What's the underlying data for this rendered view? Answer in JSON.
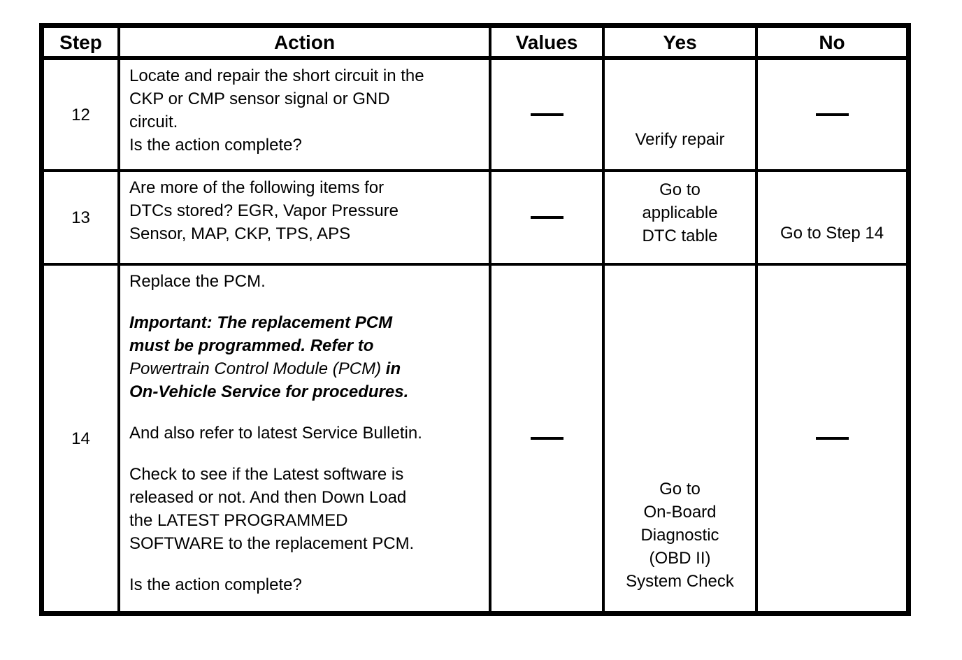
{
  "table": {
    "headers": {
      "step": "Step",
      "action": "Action",
      "values": "Values",
      "yes": "Yes",
      "no": "No"
    },
    "dash": "—",
    "rows": [
      {
        "step": "12",
        "action_paragraphs": {
          "p1": "Locate and repair the short circuit in the\nCKP or CMP sensor signal or GND\ncircuit.",
          "p2": "Is the action complete?"
        },
        "values": "—",
        "yes_bottom": "Verify repair",
        "no_center": "—"
      },
      {
        "step": "13",
        "action_paragraphs": {
          "p1": "Are more of the following items for\nDTCs stored? EGR, Vapor Pressure\nSensor, MAP, CKP, TPS, APS"
        },
        "values": "—",
        "yes_center": "Go to\napplicable\nDTC table",
        "no_bottom": "Go to Step 14"
      },
      {
        "step": "14",
        "action_paragraphs": {
          "p1": "Replace the PCM.",
          "p2_segments": {
            "s1": "Important: The replacement PCM\nmust be programmed. Refer to\n",
            "s2": "Powertrain Control Module (PCM)",
            "s3": " in\nOn-Vehicle Service for procedures."
          },
          "p3": "And also refer to latest Service Bulletin.",
          "p4": "Check to see if the Latest software is\nreleased or not. And then Down Load\nthe LATEST PROGRAMMED\nSOFTWARE to the replacement PCM.",
          "p5": "Is the action complete?"
        },
        "values": "—",
        "yes_bottom": "Go to\nOn-Board\nDiagnostic\n(OBD II)\nSystem Check",
        "no_center": "—"
      }
    ]
  }
}
